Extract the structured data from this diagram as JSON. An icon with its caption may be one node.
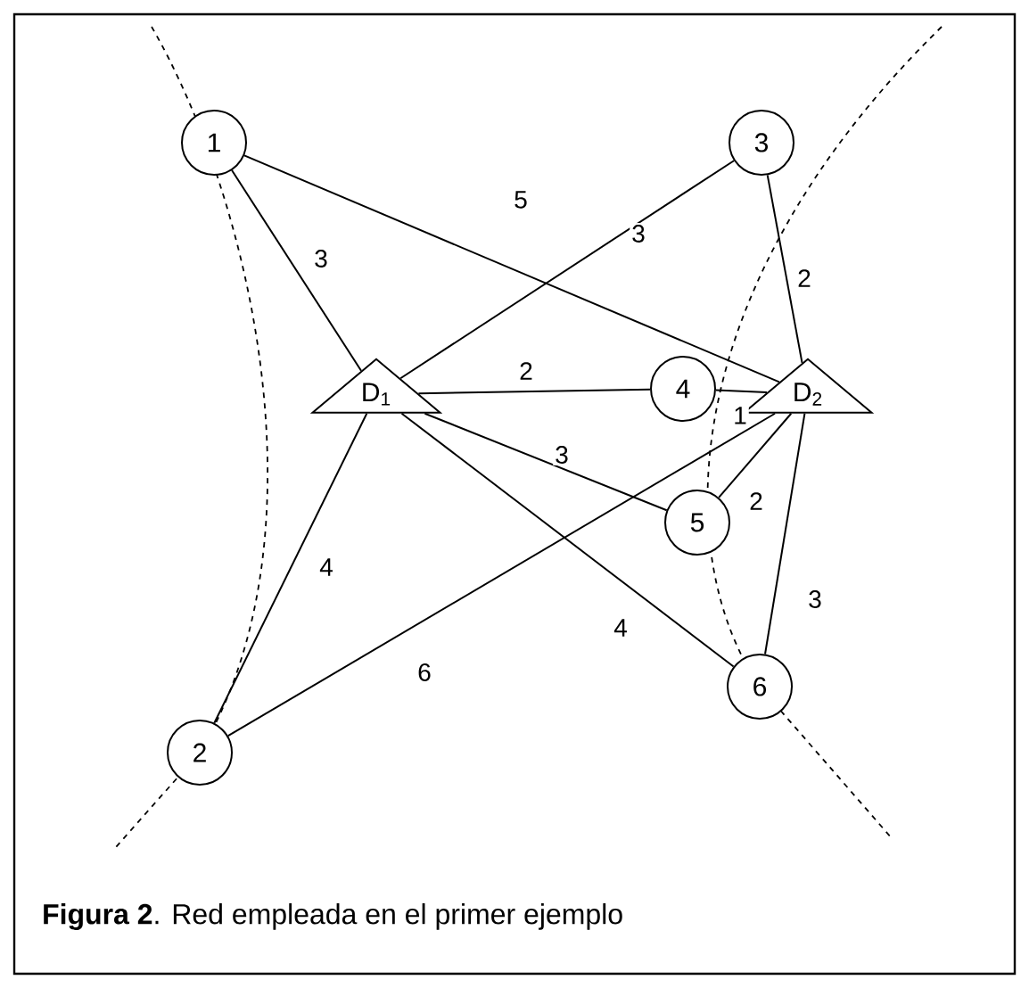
{
  "diagram": {
    "caption": "**Figura 2**. Red empleada en el primer ejemplo",
    "nodes": [
      {
        "text": [
          "1"
        ]
      },
      {
        "text": [
          "2"
        ]
      },
      {
        "text": [
          "3"
        ]
      },
      {
        "text": [
          "4"
        ]
      },
      {
        "text": [
          "5"
        ]
      },
      {
        "text": [
          "6"
        ]
      },
      {
        "text": [
          "D$_{1}$"
        ]
      },
      {
        "text": [
          "D$_{2}$"
        ]
      }
    ],
    "edges": [
      {
        "from": 0,
        "to": 6,
        "arrow": "none",
        "label": "3"
      },
      {
        "from": 0,
        "to": 7,
        "arrow": "none",
        "label": "5"
      },
      {
        "from": 2,
        "to": 6,
        "arrow": "none",
        "label": "3"
      },
      {
        "from": 2,
        "to": 7,
        "arrow": "none",
        "label": "2"
      },
      {
        "from": 6,
        "to": 3,
        "arrow": "none",
        "label": "2"
      },
      {
        "from": 3,
        "to": 7,
        "arrow": "none",
        "label": "1"
      },
      {
        "from": 6,
        "to": 4,
        "arrow": "none",
        "label": "3"
      },
      {
        "from": 4,
        "to": 7,
        "arrow": "none",
        "label": "2"
      },
      {
        "from": 5,
        "to": 7,
        "arrow": "none",
        "label": "3"
      },
      {
        "from": 6,
        "to": 5,
        "arrow": "none",
        "label": "4"
      },
      {
        "from": 6,
        "to": 1,
        "arrow": "none",
        "label": "4"
      },
      {
        "from": 1,
        "to": 7,
        "arrow": "none",
        "label": "6"
      }
    ]
  }
}
